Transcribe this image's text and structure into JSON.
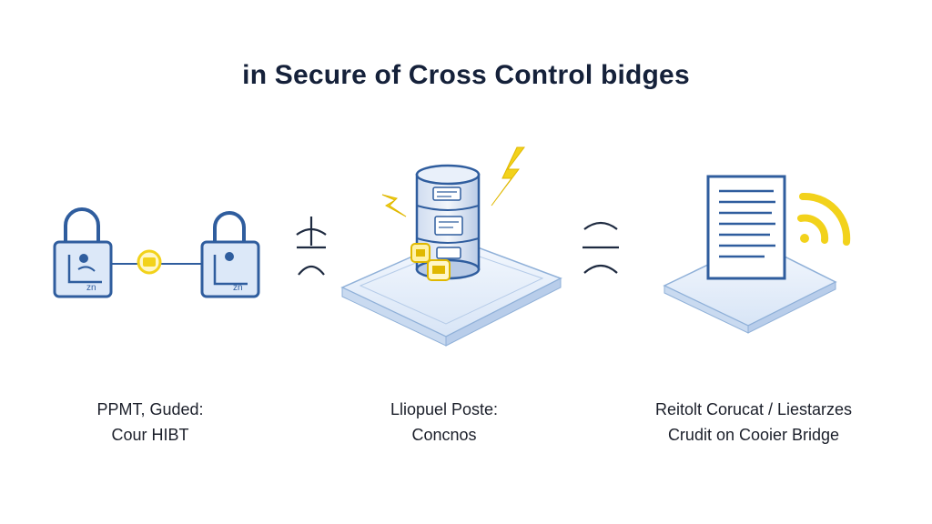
{
  "title": "in Secure of Cross Control bidges",
  "colors": {
    "stroke_blue": "#2f5d9e",
    "fill_blue": "#dce8f8",
    "accent_yellow": "#f2d21b",
    "platform": "#eef4fc",
    "text": "#15213a"
  },
  "steps": [
    {
      "line1": "PPMT, Guded:",
      "line2": "Cour HIBT",
      "icon": "padlock-pair-icon"
    },
    {
      "line1": "Lliopuel Poste:",
      "line2": "Concnos",
      "icon": "database-platform-icon"
    },
    {
      "line1": "Reitolt Corucat / Liestarzes",
      "line2": "Crudit on Cooier Bridge",
      "icon": "document-signal-icon"
    }
  ],
  "connectors": [
    "separator-icon",
    "separator-icon"
  ]
}
